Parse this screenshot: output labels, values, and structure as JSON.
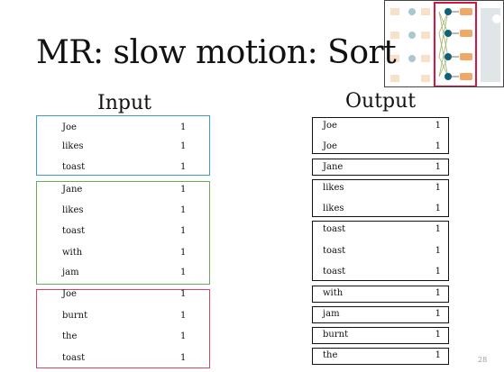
{
  "slide": {
    "title": "MR: slow motion: Sort",
    "input_heading": "Input",
    "output_heading": "Output",
    "page_number": "28"
  },
  "colors": {
    "group1": "#3a9ccb",
    "group2": "#6aab5a",
    "group3": "#e0405a",
    "thumb_highlight": "#d8153f",
    "thumb_node": "#0f6178",
    "thumb_box": "#f0a868"
  },
  "input_groups": [
    {
      "rows": [
        {
          "word": "Joe",
          "count": "1"
        },
        {
          "word": "likes",
          "count": "1"
        },
        {
          "word": "toast",
          "count": "1"
        }
      ]
    },
    {
      "rows": [
        {
          "word": "Jane",
          "count": "1"
        },
        {
          "word": "likes",
          "count": "1"
        },
        {
          "word": "toast",
          "count": "1"
        },
        {
          "word": "with",
          "count": "1"
        },
        {
          "word": "jam",
          "count": "1"
        }
      ]
    },
    {
      "rows": [
        {
          "word": "Joe",
          "count": "1"
        },
        {
          "word": "burnt",
          "count": "1"
        },
        {
          "word": "the",
          "count": "1"
        },
        {
          "word": "toast",
          "count": "1"
        }
      ]
    }
  ],
  "output_groups": [
    {
      "rows": [
        {
          "word": "Joe",
          "count": "1"
        },
        {
          "word": "Joe",
          "count": "1"
        }
      ]
    },
    {
      "rows": [
        {
          "word": "Jane",
          "count": "1"
        }
      ]
    },
    {
      "rows": [
        {
          "word": "likes",
          "count": "1"
        },
        {
          "word": "likes",
          "count": "1"
        }
      ]
    },
    {
      "rows": [
        {
          "word": "toast",
          "count": "1"
        },
        {
          "word": "toast",
          "count": "1"
        },
        {
          "word": "toast",
          "count": "1"
        }
      ]
    },
    {
      "rows": [
        {
          "word": "with",
          "count": "1"
        }
      ]
    },
    {
      "rows": [
        {
          "word": "jam",
          "count": "1"
        }
      ]
    },
    {
      "rows": [
        {
          "word": "burnt",
          "count": "1"
        }
      ]
    },
    {
      "rows": [
        {
          "word": "the",
          "count": "1"
        }
      ]
    }
  ]
}
